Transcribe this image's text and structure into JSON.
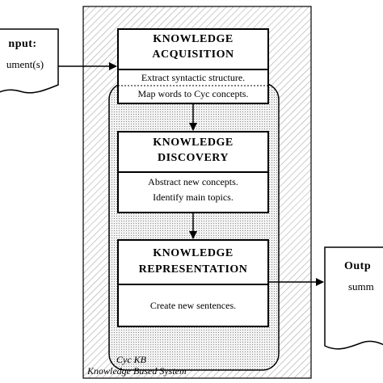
{
  "input": {
    "title": "nput:",
    "subtitle": "ument(s)"
  },
  "output": {
    "title": "Outp",
    "subtitle": "summ"
  },
  "system": {
    "label": "Knowledge Based System"
  },
  "kb": {
    "label": "Cyc KB"
  },
  "modules": [
    {
      "title_line1": "KNOWLEDGE",
      "title_line2": "ACQUISITION",
      "steps": [
        "Extract syntactic structure.",
        "Map words to Cyc concepts."
      ]
    },
    {
      "title_line1": "KNOWLEDGE",
      "title_line2": "DISCOVERY",
      "steps": [
        "Abstract new concepts.",
        "Identify main topics."
      ]
    },
    {
      "title_line1": "KNOWLEDGE",
      "title_line2": "REPRESENTATION",
      "steps": [
        "Create new sentences."
      ]
    }
  ]
}
